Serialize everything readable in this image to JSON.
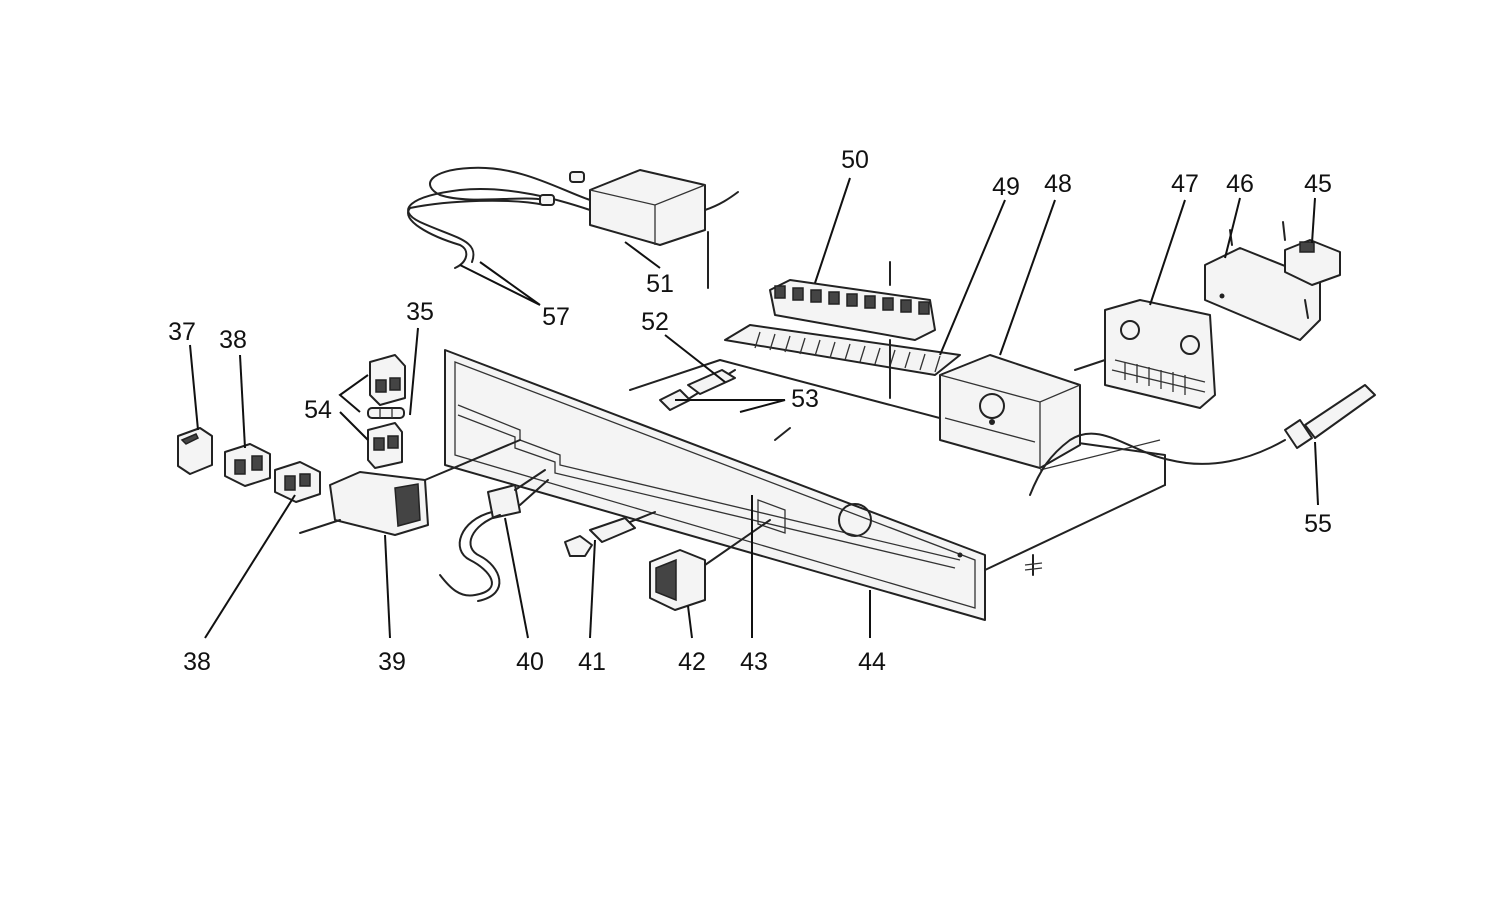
{
  "labels": {
    "n35": "35",
    "n37": "37",
    "n38a": "38",
    "n38b": "38",
    "n39": "39",
    "n40": "40",
    "n41": "41",
    "n42": "42",
    "n43": "43",
    "n44": "44",
    "n45": "45",
    "n46": "46",
    "n47": "47",
    "n48": "48",
    "n49": "49",
    "n50": "50",
    "n51": "51",
    "n52": "52",
    "n53": "53",
    "n54": "54",
    "n55": "55",
    "n57": "57"
  },
  "colors": {
    "line": "#222222",
    "fill": "#f4f4f4",
    "background": "#ffffff"
  }
}
